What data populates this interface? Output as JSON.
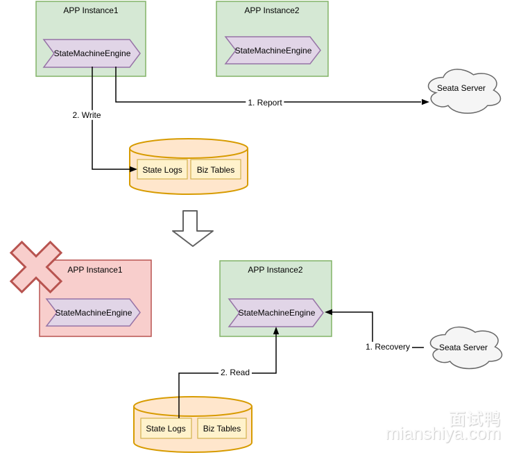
{
  "scene_before": {
    "app1": {
      "title": "APP Instance1",
      "engine_label": "StateMachineEngine"
    },
    "app2": {
      "title": "APP Instance2",
      "engine_label": "StateMachineEngine"
    },
    "cloud_label": "Seata Server",
    "database": {
      "state_logs": "State Logs",
      "biz_tables": "Biz Tables"
    },
    "arrow_report": "1. Report",
    "arrow_write": "2. Write"
  },
  "scene_after": {
    "app1": {
      "title": "APP Instance1",
      "engine_label": "StateMachineEngine"
    },
    "app2": {
      "title": "APP Instance2",
      "engine_label": "StateMachineEngine"
    },
    "cloud_label": "Seata Server",
    "database": {
      "state_logs": "State Logs",
      "biz_tables": "Biz Tables"
    },
    "arrow_recovery": "1. Recovery",
    "arrow_read": "2. Read"
  },
  "watermark": {
    "brand_cn": "面试鸭",
    "brand_en": "mianshiya.com"
  },
  "icons": {
    "failure": "x-mark-icon",
    "transition": "down-arrow-icon",
    "server": "cloud-shape",
    "storage": "database-cylinder"
  },
  "colors": {
    "app_ok_fill": "#d5e8d4",
    "app_ok_stroke": "#82b366",
    "app_dead_fill": "#f8cecc",
    "app_dead_stroke": "#b85450",
    "engine_fill": "#e1d5e7",
    "engine_stroke": "#9673a6",
    "db_fill": "#ffe6cc",
    "db_stroke": "#d79b00",
    "table_fill": "#fff2cc",
    "table_stroke": "#d6b656",
    "cloud_fill": "#f5f5f5",
    "cloud_stroke": "#666666",
    "connector": "#000000"
  }
}
